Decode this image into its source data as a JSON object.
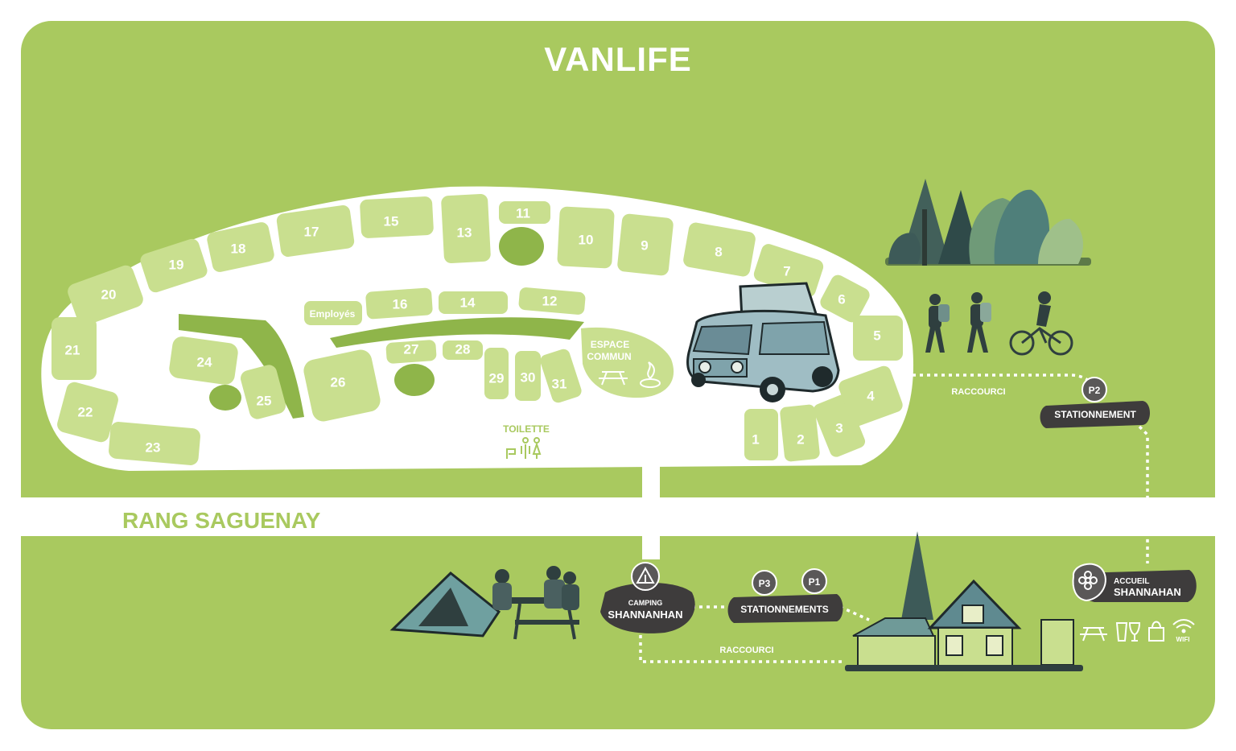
{
  "title": "VANLIFE",
  "road": "RANG SAGUENAY",
  "sites": [
    "1",
    "2",
    "3",
    "4",
    "5",
    "6",
    "7",
    "8",
    "9",
    "10",
    "11",
    "12",
    "13",
    "14",
    "15",
    "16",
    "17",
    "18",
    "19",
    "20",
    "21",
    "22",
    "23",
    "24",
    "25",
    "26",
    "27",
    "28",
    "29",
    "30",
    "31"
  ],
  "labels": {
    "employees": "Employés",
    "common_space_line1": "ESPACE",
    "common_space_line2": "COMMUN",
    "toilet": "TOILETTE",
    "shortcut_top": "RACCOURCI",
    "shortcut_bottom": "RACCOURCI"
  },
  "parking_p2": {
    "badge": "P2",
    "label": "STATIONNEMENT"
  },
  "parking_p1_p3": {
    "badges": [
      "P3",
      "P1"
    ],
    "label": "STATIONNEMENTS"
  },
  "camping": {
    "line1": "CAMPING",
    "line2": "SHANNANHAN"
  },
  "reception": {
    "line1": "ACCUEIL",
    "line2": "SHANNAHAN"
  },
  "amenities": {
    "wifi": "WIFI"
  },
  "colors": {
    "background": "#a9c95f",
    "site": "#c9df8f",
    "forest": "#8fb54a",
    "pill": "#3e3c3c",
    "road": "#ffffff"
  }
}
